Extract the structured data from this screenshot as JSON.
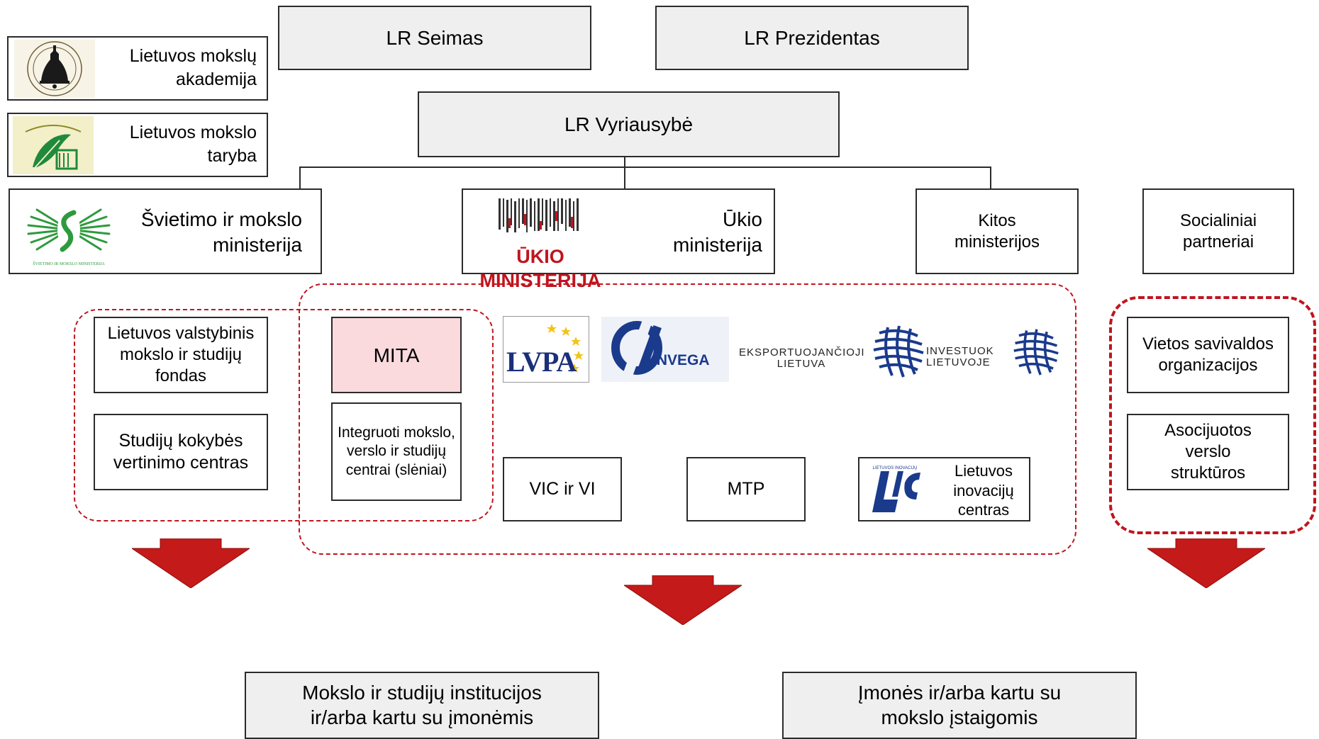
{
  "top": {
    "seimas": "LR Seimas",
    "prezidentas": "LR Prezidentas",
    "vyriausybe": "LR Vyriausybė"
  },
  "left_bodies": {
    "academy": "Lietuvos mokslų akademija",
    "council": "Lietuvos mokslo taryba"
  },
  "ministries": {
    "education": "Švietimo ir mokslo ministerija",
    "economy": "Ūkio ministerija",
    "economy_logo_text": "ŪKIO MINISTERIJA",
    "other": "Kitos ministerijos",
    "social": "Socialiniai partneriai"
  },
  "agencies": {
    "fund": "Lietuvos valstybinis mokslo ir studijų fondas",
    "quality": "Studijų kokybės vertinimo centras",
    "mita": "MITA",
    "valleys": "Integruoti mokslo, verslo ir studijų centrai (slėniai)",
    "vic": "VIC ir VI",
    "mtp": "MTP",
    "lic": "Lietuvos inovacijų centras",
    "lvpa": "LVPA",
    "invega": "INVEGA",
    "exports": "EKSPORTUOJANČIOJI LIETUVA",
    "invest": "INVESTUOK LIETUVOJE"
  },
  "social_partners": {
    "municipal": "Vietos savivaldos organizacijos",
    "business": "Asocijuotos verslo struktūros"
  },
  "bottom": {
    "institutions": "Mokslo ir studijų institucijos ir/arba kartu su įmonėmis",
    "companies": "Įmonės ir/arba kartu su mokslo įstaigomis"
  },
  "colors": {
    "dashed_border": "#c0141e",
    "arrow": "#c41a1a",
    "box_gray": "#efefef",
    "mita_fill": "#fadadd",
    "edu_green": "#2e9a3c",
    "invega_blue": "#1a3a8c",
    "lvpa_blue": "#1b2f7a"
  },
  "icons": [
    "academy-seal-icon",
    "council-quill-icon",
    "education-logo-icon",
    "economy-logo-icon",
    "lvpa-logo-icon",
    "invega-logo-icon",
    "globe-icon",
    "lic-logo-icon",
    "arrow-down-icon"
  ]
}
